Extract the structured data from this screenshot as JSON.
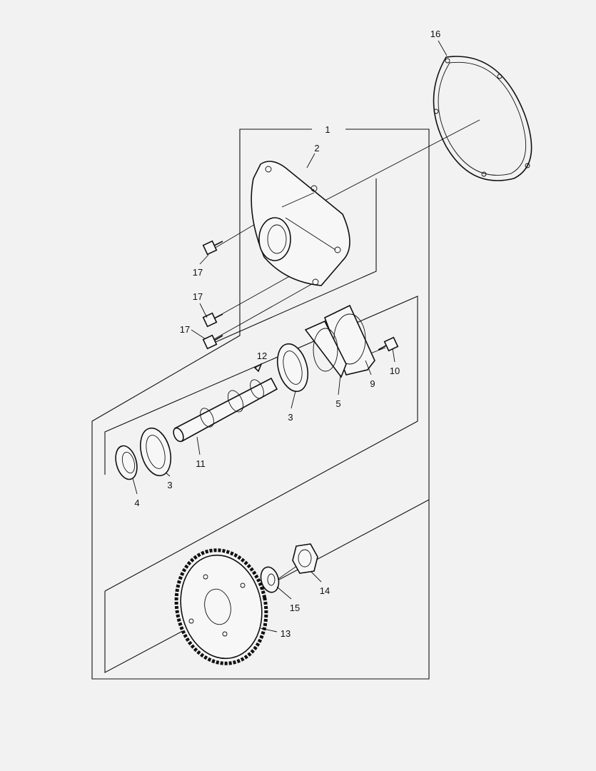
{
  "diagram": {
    "type": "exploded parts diagram",
    "background": "#f2f2f2",
    "line_color": "#111111",
    "callouts": [
      "16",
      "1",
      "2",
      "17",
      "17",
      "17",
      "12",
      "10",
      "9",
      "5",
      "3",
      "11",
      "3",
      "4",
      "14",
      "15",
      "13"
    ]
  }
}
